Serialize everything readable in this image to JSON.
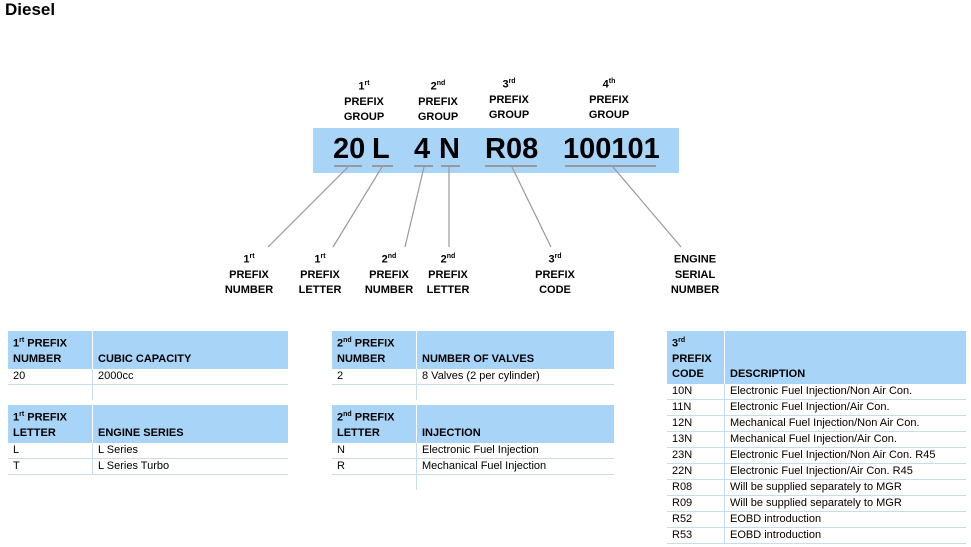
{
  "title": "Diesel",
  "groups": [
    {
      "ord": "1",
      "sup": "rt",
      "l1": "PREFIX",
      "l2": "GROUP"
    },
    {
      "ord": "2",
      "sup": "nd",
      "l1": "PREFIX",
      "l2": "GROUP"
    },
    {
      "ord": "3",
      "sup": "rd",
      "l1": "PREFIX",
      "l2": "GROUP"
    },
    {
      "ord": "4",
      "sup": "th",
      "l1": "PREFIX",
      "l2": "GROUP"
    }
  ],
  "code": {
    "p1": "20",
    "p2": "L",
    "p3": "4",
    "p4": "N",
    "p5": "R08",
    "p6": "100101"
  },
  "labels": [
    {
      "ord": "1",
      "sup": "rt",
      "l1": "PREFIX",
      "l2": "NUMBER"
    },
    {
      "ord": "1",
      "sup": "rt",
      "l1": "PREFIX",
      "l2": "LETTER"
    },
    {
      "ord": "2",
      "sup": "nd",
      "l1": "PREFIX",
      "l2": "NUMBER"
    },
    {
      "ord": "2",
      "sup": "nd",
      "l1": "PREFIX",
      "l2": "LETTER"
    },
    {
      "ord": "3",
      "sup": "rd",
      "l1": "PREFIX",
      "l2": "CODE"
    },
    {
      "ord": "ENGINE",
      "sup": "",
      "l1": "SERIAL",
      "l2": "NUMBER"
    }
  ],
  "tables": {
    "t1": {
      "h1a": "1",
      "h1s": "rt",
      "h1b": " PREFIX",
      "h1c": "NUMBER",
      "h2": "CUBIC CAPACITY",
      "rows": [
        [
          "20",
          "2000cc"
        ],
        [
          "",
          ""
        ]
      ]
    },
    "t2": {
      "h1a": "1",
      "h1s": "rt",
      "h1b": " PREFIX",
      "h1c": "LETTER",
      "h2": "ENGINE SERIES",
      "rows": [
        [
          "L",
          "L Series"
        ],
        [
          "T",
          "L Series Turbo"
        ]
      ]
    },
    "t3": {
      "h1a": "2",
      "h1s": "nd",
      "h1b": " PREFIX",
      "h1c": "NUMBER",
      "h2": "NUMBER OF VALVES",
      "rows": [
        [
          "2",
          "8 Valves (2 per cylinder)"
        ]
      ]
    },
    "t4": {
      "h1a": "2",
      "h1s": "nd",
      "h1b": " PREFIX",
      "h1c": "LETTER",
      "h2": "INJECTION",
      "rows": [
        [
          "N",
          "Electronic Fuel Injection"
        ],
        [
          "R",
          "Mechanical Fuel Injection"
        ],
        [
          "",
          ""
        ]
      ]
    },
    "t5": {
      "h1a": "3",
      "h1s": "rd",
      "h1b": "PREFIX",
      "h1c": "CODE",
      "h2": "DESCRIPTION",
      "rows": [
        [
          "10N",
          "Electronic Fuel Injection/Non Air Con."
        ],
        [
          "11N",
          "Electronic Fuel Injection/Air Con."
        ],
        [
          "12N",
          "Mechanical Fuel Injection/Non Air Con."
        ],
        [
          "13N",
          "Mechanical Fuel Injection/Air Con."
        ],
        [
          "23N",
          "Electronic Fuel Injection/Non Air Con. R45"
        ],
        [
          "22N",
          "Electronic Fuel Injection/Air Con. R45"
        ],
        [
          "R08",
          "Will be supplied separately to MGR"
        ],
        [
          "R09",
          "Will be supplied separately to MGR"
        ],
        [
          "R52",
          "EOBD introduction"
        ],
        [
          "R53",
          "EOBD introduction"
        ]
      ]
    }
  }
}
